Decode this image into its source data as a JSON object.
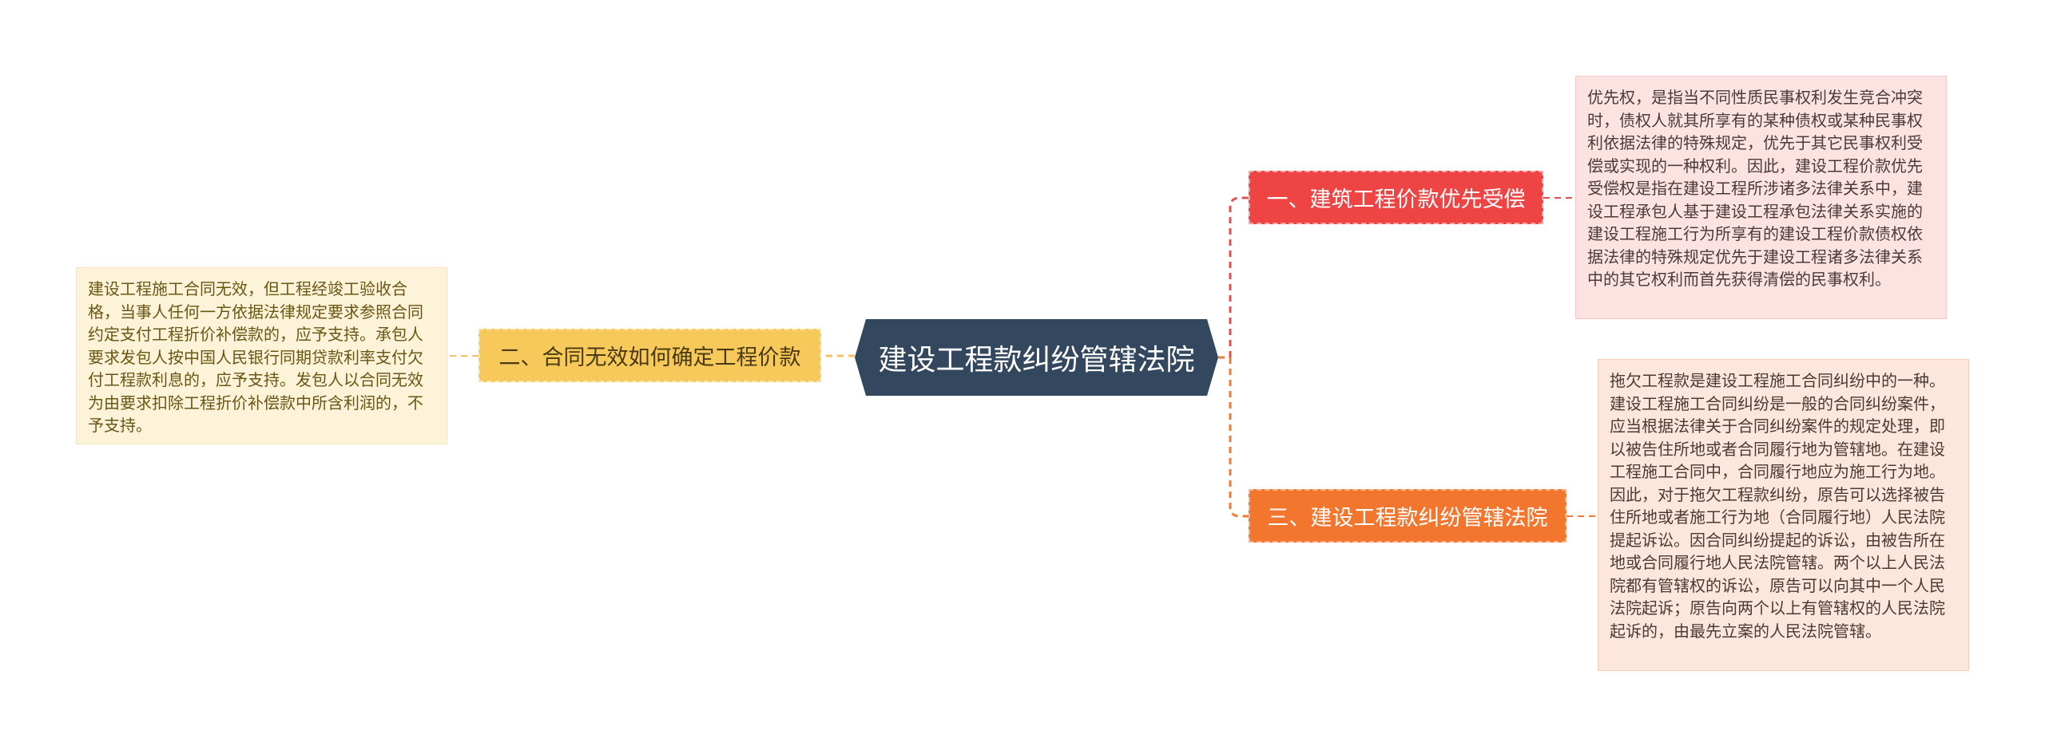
{
  "root": {
    "label": "建设工程款纠纷管辖法院"
  },
  "branches": [
    {
      "label": "一、建筑工程价款优先受偿",
      "note": "优先权，是指当不同性质民事权利发生竞合冲突时，债权人就其所享有的某种债权或某种民事权利依据法律的特殊规定，优先于其它民事权利受偿或实现的一种权利。因此，建设工程价款优先受偿权是指在建设工程所涉诸多法律关系中，建设工程承包人基于建设工程承包法律关系实施的建设工程施工行为所享有的建设工程价款债权依据法律的特殊规定优先于建设工程诸多法律关系中的其它权利而首先获得清偿的民事权利。"
    },
    {
      "label": "二、合同无效如何确定工程价款",
      "note": "建设工程施工合同无效，但工程经竣工验收合格，当事人任何一方依据法律规定要求参照合同约定支付工程折价补偿款的，应予支持。承包人要求发包人按中国人民银行同期贷款利率支付欠付工程款利息的，应予支持。发包人以合同无效为由要求扣除工程折价补偿款中所含利润的，不予支持。"
    },
    {
      "label": "三、建设工程款纠纷管辖法院",
      "note": "拖欠工程款是建设工程施工合同纠纷中的一种。建设工程施工合同纠纷是一般的合同纠纷案件，应当根据法律关于合同纠纷案件的规定处理，即以被告住所地或者合同履行地为管辖地。在建设工程施工合同中，合同履行地应为施工行为地。因此，对于拖欠工程款纠纷，原告可以选择被告住所地或者施工行为地（合同履行地）人民法院提起诉讼。因合同纠纷提起的诉讼，由被告所在地或合同履行地人民法院管辖。两个以上人民法院都有管辖权的诉讼，原告可以向其中一个人民法院起诉；原告向两个以上有管辖权的人民法院起诉的，由最先立案的人民法院管辖。"
    }
  ],
  "colors": {
    "root": "#33475f",
    "branch1": "#ef4444",
    "branch2": "#f7c85a",
    "branch3": "#f3762e",
    "connector1": "#e05050",
    "connector2": "#f5c060",
    "connector3": "#ef7a3a"
  }
}
